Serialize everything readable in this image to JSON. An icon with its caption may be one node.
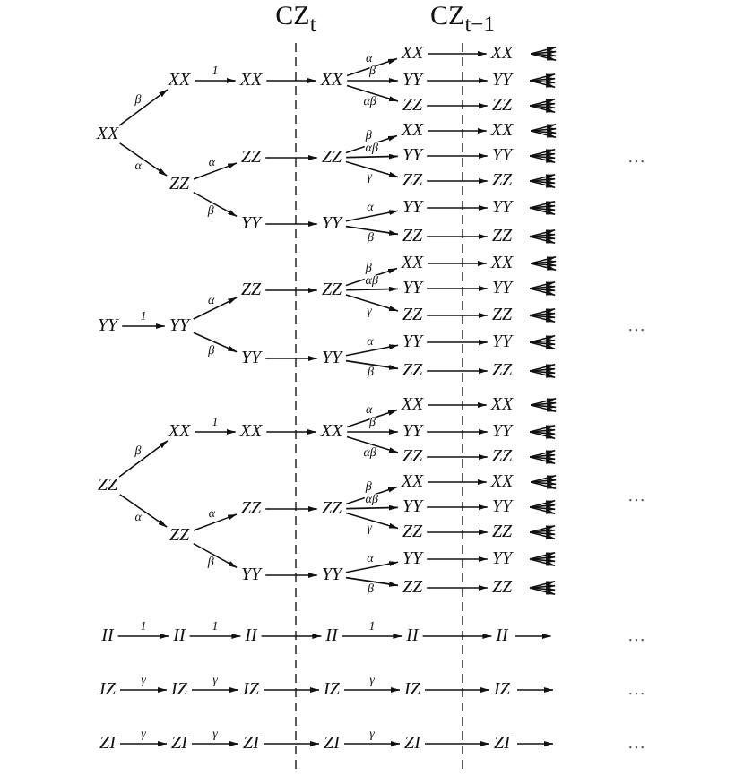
{
  "diagram": {
    "nodes": [
      {
        "text": [
          "XX"
        ]
      },
      {
        "text": [
          "XX"
        ]
      },
      {
        "text": [
          "ZZ"
        ]
      },
      {
        "text": [
          "XX"
        ]
      },
      {
        "text": [
          "ZZ"
        ]
      },
      {
        "text": [
          "YY"
        ]
      },
      {
        "text": [
          "XX"
        ]
      },
      {
        "text": [
          "ZZ"
        ]
      },
      {
        "text": [
          "YY"
        ]
      },
      {
        "text": [
          "XX"
        ]
      },
      {
        "text": [
          "YY"
        ]
      },
      {
        "text": [
          "ZZ"
        ]
      },
      {
        "text": [
          "XX"
        ]
      },
      {
        "text": [
          "YY"
        ]
      },
      {
        "text": [
          "ZZ"
        ]
      },
      {
        "text": [
          "YY"
        ]
      },
      {
        "text": [
          "ZZ"
        ]
      },
      {
        "text": [
          "XX"
        ]
      },
      {
        "text": [
          "YY"
        ]
      },
      {
        "text": [
          "ZZ"
        ]
      },
      {
        "text": [
          "XX"
        ]
      },
      {
        "text": [
          "YY"
        ]
      },
      {
        "text": [
          "ZZ"
        ]
      },
      {
        "text": [
          "YY"
        ]
      },
      {
        "text": [
          "ZZ"
        ]
      },
      {
        "text": [
          "YY"
        ]
      },
      {
        "text": [
          "YY"
        ]
      },
      {
        "text": [
          "ZZ"
        ]
      },
      {
        "text": [
          "YY"
        ]
      },
      {
        "text": [
          "ZZ"
        ]
      },
      {
        "text": [
          "YY"
        ]
      },
      {
        "text": [
          "XX"
        ]
      },
      {
        "text": [
          "YY"
        ]
      },
      {
        "text": [
          "ZZ"
        ]
      },
      {
        "text": [
          "YY"
        ]
      },
      {
        "text": [
          "ZZ"
        ]
      },
      {
        "text": [
          "XX"
        ]
      },
      {
        "text": [
          "YY"
        ]
      },
      {
        "text": [
          "ZZ"
        ]
      },
      {
        "text": [
          "YY"
        ]
      },
      {
        "text": [
          "ZZ"
        ]
      },
      {
        "text": [
          "ZZ"
        ]
      },
      {
        "text": [
          "XX"
        ]
      },
      {
        "text": [
          "ZZ"
        ]
      },
      {
        "text": [
          "XX"
        ]
      },
      {
        "text": [
          "ZZ"
        ]
      },
      {
        "text": [
          "YY"
        ]
      },
      {
        "text": [
          "XX"
        ]
      },
      {
        "text": [
          "ZZ"
        ]
      },
      {
        "text": [
          "YY"
        ]
      },
      {
        "text": [
          "XX"
        ]
      },
      {
        "text": [
          "YY"
        ]
      },
      {
        "text": [
          "ZZ"
        ]
      },
      {
        "text": [
          "XX"
        ]
      },
      {
        "text": [
          "YY"
        ]
      },
      {
        "text": [
          "ZZ"
        ]
      },
      {
        "text": [
          "YY"
        ]
      },
      {
        "text": [
          "ZZ"
        ]
      },
      {
        "text": [
          "XX"
        ]
      },
      {
        "text": [
          "YY"
        ]
      },
      {
        "text": [
          "ZZ"
        ]
      },
      {
        "text": [
          "XX"
        ]
      },
      {
        "text": [
          "YY"
        ]
      },
      {
        "text": [
          "ZZ"
        ]
      },
      {
        "text": [
          "YY"
        ]
      },
      {
        "text": [
          "ZZ"
        ]
      },
      {
        "text": [
          "II"
        ]
      },
      {
        "text": [
          "II"
        ]
      },
      {
        "text": [
          "II"
        ]
      },
      {
        "text": [
          "II"
        ]
      },
      {
        "text": [
          "II"
        ]
      },
      {
        "text": [
          "II"
        ]
      },
      {
        "text": [
          "IZ"
        ]
      },
      {
        "text": [
          "IZ"
        ]
      },
      {
        "text": [
          "IZ"
        ]
      },
      {
        "text": [
          "IZ"
        ]
      },
      {
        "text": [
          "IZ"
        ]
      },
      {
        "text": [
          "IZ"
        ]
      },
      {
        "text": [
          "ZI"
        ]
      },
      {
        "text": [
          "ZI"
        ]
      },
      {
        "text": [
          "ZI"
        ]
      },
      {
        "text": [
          "ZI"
        ]
      },
      {
        "text": [
          "ZI"
        ]
      },
      {
        "text": [
          "ZI"
        ]
      }
    ],
    "edges": [
      {
        "from": 0,
        "to": 1,
        "arrow": "to",
        "label": "β"
      },
      {
        "from": 0,
        "to": 2,
        "arrow": "to",
        "label": "α"
      },
      {
        "from": 1,
        "to": 3,
        "arrow": "to",
        "label": "1"
      },
      {
        "from": 2,
        "to": 4,
        "arrow": "to",
        "label": "α"
      },
      {
        "from": 2,
        "to": 5,
        "arrow": "to",
        "label": "β"
      },
      {
        "from": 3,
        "to": 6,
        "arrow": "to"
      },
      {
        "from": 4,
        "to": 7,
        "arrow": "to"
      },
      {
        "from": 5,
        "to": 8,
        "arrow": "to"
      },
      {
        "from": 6,
        "to": 9,
        "arrow": "to",
        "label": "α"
      },
      {
        "from": 6,
        "to": 10,
        "arrow": "to",
        "label": "β"
      },
      {
        "from": 6,
        "to": 11,
        "arrow": "to",
        "label": "αβ"
      },
      {
        "from": 7,
        "to": 12,
        "arrow": "to",
        "label": "β"
      },
      {
        "from": 7,
        "to": 13,
        "arrow": "to",
        "label": "αβ"
      },
      {
        "from": 7,
        "to": 14,
        "arrow": "to",
        "label": "γ"
      },
      {
        "from": 8,
        "to": 15,
        "arrow": "to",
        "label": "α"
      },
      {
        "from": 8,
        "to": 16,
        "arrow": "to",
        "label": "β"
      },
      {
        "from": 9,
        "to": 17,
        "arrow": "to"
      },
      {
        "from": 10,
        "to": 18,
        "arrow": "to"
      },
      {
        "from": 11,
        "to": 19,
        "arrow": "to"
      },
      {
        "from": 12,
        "to": 20,
        "arrow": "to"
      },
      {
        "from": 13,
        "to": 21,
        "arrow": "to"
      },
      {
        "from": 14,
        "to": 22,
        "arrow": "to"
      },
      {
        "from": 15,
        "to": 23,
        "arrow": "to"
      },
      {
        "from": 16,
        "to": 24,
        "arrow": "to"
      },
      {
        "from": 17,
        "to": null,
        "arrow": "to"
      },
      {
        "from": 17,
        "to": null,
        "arrow": "to"
      },
      {
        "from": 17,
        "to": null,
        "arrow": "to"
      },
      {
        "from": 17,
        "to": null,
        "arrow": "to"
      },
      {
        "from": 18,
        "to": null,
        "arrow": "to"
      },
      {
        "from": 18,
        "to": null,
        "arrow": "to"
      },
      {
        "from": 18,
        "to": null,
        "arrow": "to"
      },
      {
        "from": 18,
        "to": null,
        "arrow": "to"
      },
      {
        "from": 19,
        "to": null,
        "arrow": "to"
      },
      {
        "from": 19,
        "to": null,
        "arrow": "to"
      },
      {
        "from": 19,
        "to": null,
        "arrow": "to"
      },
      {
        "from": 19,
        "to": null,
        "arrow": "to"
      },
      {
        "from": 20,
        "to": null,
        "arrow": "to"
      },
      {
        "from": 20,
        "to": null,
        "arrow": "to"
      },
      {
        "from": 20,
        "to": null,
        "arrow": "to"
      },
      {
        "from": 20,
        "to": null,
        "arrow": "to"
      },
      {
        "from": 21,
        "to": null,
        "arrow": "to"
      },
      {
        "from": 21,
        "to": null,
        "arrow": "to"
      },
      {
        "from": 21,
        "to": null,
        "arrow": "to"
      },
      {
        "from": 21,
        "to": null,
        "arrow": "to"
      },
      {
        "from": 22,
        "to": null,
        "arrow": "to"
      },
      {
        "from": 22,
        "to": null,
        "arrow": "to"
      },
      {
        "from": 22,
        "to": null,
        "arrow": "to"
      },
      {
        "from": 22,
        "to": null,
        "arrow": "to"
      },
      {
        "from": 23,
        "to": null,
        "arrow": "to"
      },
      {
        "from": 23,
        "to": null,
        "arrow": "to"
      },
      {
        "from": 23,
        "to": null,
        "arrow": "to"
      },
      {
        "from": 23,
        "to": null,
        "arrow": "to"
      },
      {
        "from": 24,
        "to": null,
        "arrow": "to"
      },
      {
        "from": 24,
        "to": null,
        "arrow": "to"
      },
      {
        "from": 24,
        "to": null,
        "arrow": "to"
      },
      {
        "from": 24,
        "to": null,
        "arrow": "to"
      },
      {
        "from": 25,
        "to": 26,
        "arrow": "to",
        "label": "1"
      },
      {
        "from": 26,
        "to": 27,
        "arrow": "to",
        "label": "α"
      },
      {
        "from": 26,
        "to": 28,
        "arrow": "to",
        "label": "β"
      },
      {
        "from": 27,
        "to": 29,
        "arrow": "to"
      },
      {
        "from": 28,
        "to": 30,
        "arrow": "to"
      },
      {
        "from": 29,
        "to": 31,
        "arrow": "to",
        "label": "β"
      },
      {
        "from": 29,
        "to": 32,
        "arrow": "to",
        "label": "αβ"
      },
      {
        "from": 29,
        "to": 33,
        "arrow": "to",
        "label": "γ"
      },
      {
        "from": 30,
        "to": 34,
        "arrow": "to",
        "label": "α"
      },
      {
        "from": 30,
        "to": 35,
        "arrow": "to",
        "label": "β"
      },
      {
        "from": 31,
        "to": 36,
        "arrow": "to"
      },
      {
        "from": 32,
        "to": 37,
        "arrow": "to"
      },
      {
        "from": 33,
        "to": 38,
        "arrow": "to"
      },
      {
        "from": 34,
        "to": 39,
        "arrow": "to"
      },
      {
        "from": 35,
        "to": 40,
        "arrow": "to"
      },
      {
        "from": 36,
        "to": null,
        "arrow": "to"
      },
      {
        "from": 36,
        "to": null,
        "arrow": "to"
      },
      {
        "from": 36,
        "to": null,
        "arrow": "to"
      },
      {
        "from": 36,
        "to": null,
        "arrow": "to"
      },
      {
        "from": 37,
        "to": null,
        "arrow": "to"
      },
      {
        "from": 37,
        "to": null,
        "arrow": "to"
      },
      {
        "from": 37,
        "to": null,
        "arrow": "to"
      },
      {
        "from": 37,
        "to": null,
        "arrow": "to"
      },
      {
        "from": 38,
        "to": null,
        "arrow": "to"
      },
      {
        "from": 38,
        "to": null,
        "arrow": "to"
      },
      {
        "from": 38,
        "to": null,
        "arrow": "to"
      },
      {
        "from": 38,
        "to": null,
        "arrow": "to"
      },
      {
        "from": 39,
        "to": null,
        "arrow": "to"
      },
      {
        "from": 39,
        "to": null,
        "arrow": "to"
      },
      {
        "from": 39,
        "to": null,
        "arrow": "to"
      },
      {
        "from": 39,
        "to": null,
        "arrow": "to"
      },
      {
        "from": 40,
        "to": null,
        "arrow": "to"
      },
      {
        "from": 40,
        "to": null,
        "arrow": "to"
      },
      {
        "from": 40,
        "to": null,
        "arrow": "to"
      },
      {
        "from": 40,
        "to": null,
        "arrow": "to"
      },
      {
        "from": 41,
        "to": 42,
        "arrow": "to",
        "label": "β"
      },
      {
        "from": 41,
        "to": 43,
        "arrow": "to",
        "label": "α"
      },
      {
        "from": 42,
        "to": 44,
        "arrow": "to",
        "label": "1"
      },
      {
        "from": 43,
        "to": 45,
        "arrow": "to",
        "label": "α"
      },
      {
        "from": 43,
        "to": 46,
        "arrow": "to",
        "label": "β"
      },
      {
        "from": 44,
        "to": 47,
        "arrow": "to"
      },
      {
        "from": 45,
        "to": 48,
        "arrow": "to"
      },
      {
        "from": 46,
        "to": 49,
        "arrow": "to"
      },
      {
        "from": 47,
        "to": 50,
        "arrow": "to",
        "label": "α"
      },
      {
        "from": 47,
        "to": 51,
        "arrow": "to",
        "label": "β"
      },
      {
        "from": 47,
        "to": 52,
        "arrow": "to",
        "label": "αβ"
      },
      {
        "from": 48,
        "to": 53,
        "arrow": "to",
        "label": "β"
      },
      {
        "from": 48,
        "to": 54,
        "arrow": "to",
        "label": "αβ"
      },
      {
        "from": 48,
        "to": 55,
        "arrow": "to",
        "label": "γ"
      },
      {
        "from": 49,
        "to": 56,
        "arrow": "to",
        "label": "α"
      },
      {
        "from": 49,
        "to": 57,
        "arrow": "to",
        "label": "β"
      },
      {
        "from": 50,
        "to": 58,
        "arrow": "to"
      },
      {
        "from": 51,
        "to": 59,
        "arrow": "to"
      },
      {
        "from": 52,
        "to": 60,
        "arrow": "to"
      },
      {
        "from": 53,
        "to": 61,
        "arrow": "to"
      },
      {
        "from": 54,
        "to": 62,
        "arrow": "to"
      },
      {
        "from": 55,
        "to": 63,
        "arrow": "to"
      },
      {
        "from": 56,
        "to": 64,
        "arrow": "to"
      },
      {
        "from": 57,
        "to": 65,
        "arrow": "to"
      },
      {
        "from": 58,
        "to": null,
        "arrow": "to"
      },
      {
        "from": 58,
        "to": null,
        "arrow": "to"
      },
      {
        "from": 58,
        "to": null,
        "arrow": "to"
      },
      {
        "from": 58,
        "to": null,
        "arrow": "to"
      },
      {
        "from": 59,
        "to": null,
        "arrow": "to"
      },
      {
        "from": 59,
        "to": null,
        "arrow": "to"
      },
      {
        "from": 59,
        "to": null,
        "arrow": "to"
      },
      {
        "from": 59,
        "to": null,
        "arrow": "to"
      },
      {
        "from": 60,
        "to": null,
        "arrow": "to"
      },
      {
        "from": 60,
        "to": null,
        "arrow": "to"
      },
      {
        "from": 60,
        "to": null,
        "arrow": "to"
      },
      {
        "from": 60,
        "to": null,
        "arrow": "to"
      },
      {
        "from": 61,
        "to": null,
        "arrow": "to"
      },
      {
        "from": 61,
        "to": null,
        "arrow": "to"
      },
      {
        "from": 61,
        "to": null,
        "arrow": "to"
      },
      {
        "from": 61,
        "to": null,
        "arrow": "to"
      },
      {
        "from": 62,
        "to": null,
        "arrow": "to"
      },
      {
        "from": 62,
        "to": null,
        "arrow": "to"
      },
      {
        "from": 62,
        "to": null,
        "arrow": "to"
      },
      {
        "from": 62,
        "to": null,
        "arrow": "to"
      },
      {
        "from": 63,
        "to": null,
        "arrow": "to"
      },
      {
        "from": 63,
        "to": null,
        "arrow": "to"
      },
      {
        "from": 63,
        "to": null,
        "arrow": "to"
      },
      {
        "from": 63,
        "to": null,
        "arrow": "to"
      },
      {
        "from": 64,
        "to": null,
        "arrow": "to"
      },
      {
        "from": 64,
        "to": null,
        "arrow": "to"
      },
      {
        "from": 64,
        "to": null,
        "arrow": "to"
      },
      {
        "from": 64,
        "to": null,
        "arrow": "to"
      },
      {
        "from": 65,
        "to": null,
        "arrow": "to"
      },
      {
        "from": 65,
        "to": null,
        "arrow": "to"
      },
      {
        "from": 65,
        "to": null,
        "arrow": "to"
      },
      {
        "from": 65,
        "to": null,
        "arrow": "to"
      },
      {
        "from": 66,
        "to": 67,
        "arrow": "to",
        "label": "1"
      },
      {
        "from": 67,
        "to": 68,
        "arrow": "to",
        "label": "1"
      },
      {
        "from": 68,
        "to": 69,
        "arrow": "to"
      },
      {
        "from": 69,
        "to": 70,
        "arrow": "to",
        "label": "1"
      },
      {
        "from": 70,
        "to": 71,
        "arrow": "to"
      },
      {
        "from": 71,
        "to": null,
        "arrow": "to"
      },
      {
        "from": 72,
        "to": 73,
        "arrow": "to",
        "label": "γ"
      },
      {
        "from": 73,
        "to": 74,
        "arrow": "to",
        "label": "γ"
      },
      {
        "from": 74,
        "to": 75,
        "arrow": "to"
      },
      {
        "from": 75,
        "to": 76,
        "arrow": "to",
        "label": "γ"
      },
      {
        "from": 76,
        "to": 77,
        "arrow": "to"
      },
      {
        "from": 77,
        "to": null,
        "arrow": "to"
      },
      {
        "from": 78,
        "to": 79,
        "arrow": "to",
        "label": "γ"
      },
      {
        "from": 79,
        "to": 80,
        "arrow": "to",
        "label": "γ"
      },
      {
        "from": 80,
        "to": 81,
        "arrow": "to"
      },
      {
        "from": 81,
        "to": 82,
        "arrow": "to",
        "label": "γ"
      },
      {
        "from": 82,
        "to": 83,
        "arrow": "to"
      },
      {
        "from": 83,
        "to": null,
        "arrow": "to"
      }
    ],
    "labels": [
      "CZ$_{t}$",
      "CZ$_{t−1}$",
      "…",
      "…",
      "…",
      "…",
      "…",
      "…"
    ]
  }
}
